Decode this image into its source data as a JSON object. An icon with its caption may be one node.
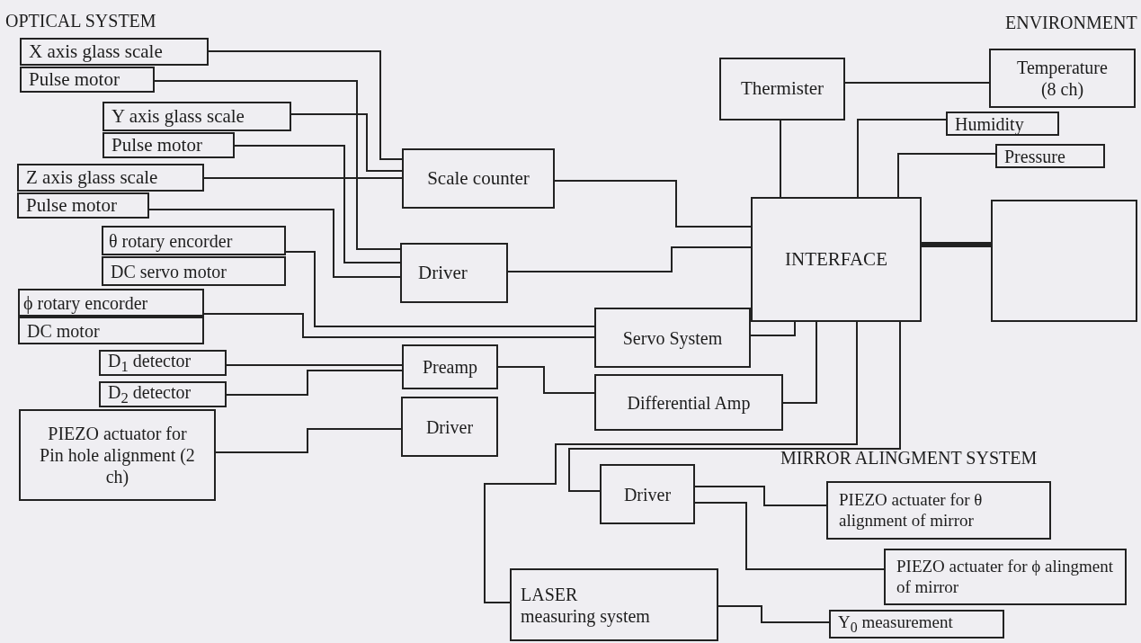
{
  "diagram": {
    "nodes": [
      {
        "text": [
          "X axis glass scale"
        ]
      },
      {
        "text": [
          "Pulse motor"
        ]
      },
      {
        "text": [
          "Y axis glass scale"
        ]
      },
      {
        "text": [
          "Pulse motor"
        ]
      },
      {
        "text": [
          "Z axis glass scale"
        ]
      },
      {
        "text": [
          "Pulse motor"
        ]
      },
      {
        "text": [
          "θ rotary encorder"
        ]
      },
      {
        "text": [
          "DC servo motor"
        ]
      },
      {
        "text": [
          "ϕ rotary encorder"
        ]
      },
      {
        "text": [
          "DC motor"
        ]
      },
      {
        "text": [
          "D$_{1}$ detector"
        ]
      },
      {
        "text": [
          "D$_{2}$ detector"
        ]
      },
      {
        "text": [
          "PIEZO actuator for Pin hole alignment (2 ch)"
        ]
      },
      {
        "text": [
          "Scale counter"
        ]
      },
      {
        "text": [
          "Driver"
        ]
      },
      {
        "text": [
          "Servo System"
        ]
      },
      {
        "text": [
          "Preamp"
        ]
      },
      {
        "text": [
          "Differential Amp"
        ]
      },
      {
        "text": [
          "Driver"
        ]
      },
      {
        "text": [
          "Thermister"
        ]
      },
      {
        "text": [
          "INTERFACE"
        ]
      },
      {
        "text": [
          "Temperature (8 ch)"
        ]
      },
      {
        "text": [
          "Humidity"
        ]
      },
      {
        "text": [
          "Pressure"
        ]
      },
      {
        "text": [],
        "shape": "box"
      },
      {
        "text": [
          "Driver"
        ]
      },
      {
        "text": [
          "PIEZO actuater for θ alignment of mirror"
        ]
      },
      {
        "text": [
          "PIEZO actuater for ϕ alingment of mirror"
        ]
      },
      {
        "text": [
          "LASER",
          "measuring system"
        ]
      },
      {
        "text": [
          "Y$_{0}$ measurement"
        ]
      }
    ],
    "edges": [
      {
        "from": 0,
        "to": 13,
        "arrow": "none"
      },
      {
        "from": 1,
        "to": 14,
        "arrow": "none"
      },
      {
        "from": 2,
        "to": 13,
        "arrow": "none"
      },
      {
        "from": 3,
        "to": 14,
        "arrow": "none"
      },
      {
        "from": 4,
        "to": 13,
        "arrow": "none"
      },
      {
        "from": 5,
        "to": 14,
        "arrow": "none"
      },
      {
        "from": 6,
        "to": 15,
        "arrow": "none"
      },
      {
        "from": 8,
        "to": 15,
        "arrow": "none"
      },
      {
        "from": 10,
        "to": 16,
        "arrow": "none"
      },
      {
        "from": 11,
        "to": 16,
        "arrow": "none"
      },
      {
        "from": 12,
        "to": 18,
        "arrow": "none"
      },
      {
        "from": 16,
        "to": 17,
        "arrow": "none"
      },
      {
        "from": 13,
        "to": 20,
        "arrow": "none"
      },
      {
        "from": 14,
        "to": 20,
        "arrow": "none"
      },
      {
        "from": 15,
        "to": 20,
        "arrow": "none"
      },
      {
        "from": 17,
        "to": 20,
        "arrow": "none"
      },
      {
        "from": 19,
        "to": 21,
        "arrow": "none"
      },
      {
        "from": 19,
        "to": 20,
        "arrow": "none"
      },
      {
        "from": 20,
        "to": 22,
        "arrow": "none"
      },
      {
        "from": 20,
        "to": 23,
        "arrow": "none"
      },
      {
        "from": 20,
        "to": 24,
        "arrow": "none",
        "style": "thick"
      },
      {
        "from": 20,
        "to": 28,
        "arrow": "none"
      },
      {
        "from": 20,
        "to": 25,
        "arrow": "none"
      },
      {
        "from": 25,
        "to": 26,
        "arrow": "none"
      },
      {
        "from": 25,
        "to": 27,
        "arrow": "none"
      },
      {
        "from": 28,
        "to": 29,
        "arrow": "none"
      }
    ],
    "labels": [
      "OPTICAL SYSTEM",
      "ENVIRONMENT",
      "MIRROR ALINGMENT SYSTEM"
    ]
  }
}
